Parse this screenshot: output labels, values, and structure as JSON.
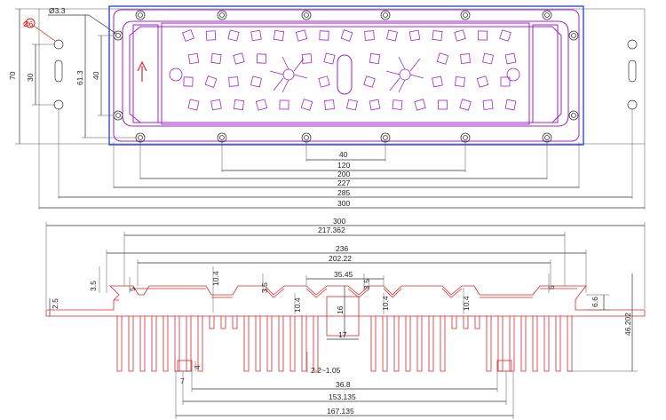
{
  "top_view": {
    "hole_dia_red": "Ø6",
    "hole_dia": "Ø3.3",
    "left_height": "70",
    "left_slot_spacing": "30",
    "mount_height": "61.3",
    "inner_height": "40",
    "widths": [
      "40",
      "120",
      "200",
      "227",
      "285",
      "300"
    ]
  },
  "section_view": {
    "top_widths": [
      "300",
      "217.362",
      "236",
      "202.22"
    ],
    "center_width": "35.45",
    "left_labels": [
      "3.5",
      "5",
      "10.4",
      "3.5",
      "10.4"
    ],
    "right_labels": [
      "3.5",
      "10.4",
      "5",
      "6.6"
    ],
    "base_thickness": "2.5",
    "center_depth": "16",
    "center_slot": "17",
    "fin_height": "46.202",
    "fin_pitch": "2.2~1.05",
    "foot_small": "4",
    "foot_label": "7",
    "bottom_widths": [
      "36.8",
      "153.135",
      "167.135"
    ]
  },
  "colors": {
    "outline": "#a020c8",
    "frame": "#2040d0",
    "heatsink": "#d8282a",
    "dimension": "#333333"
  }
}
